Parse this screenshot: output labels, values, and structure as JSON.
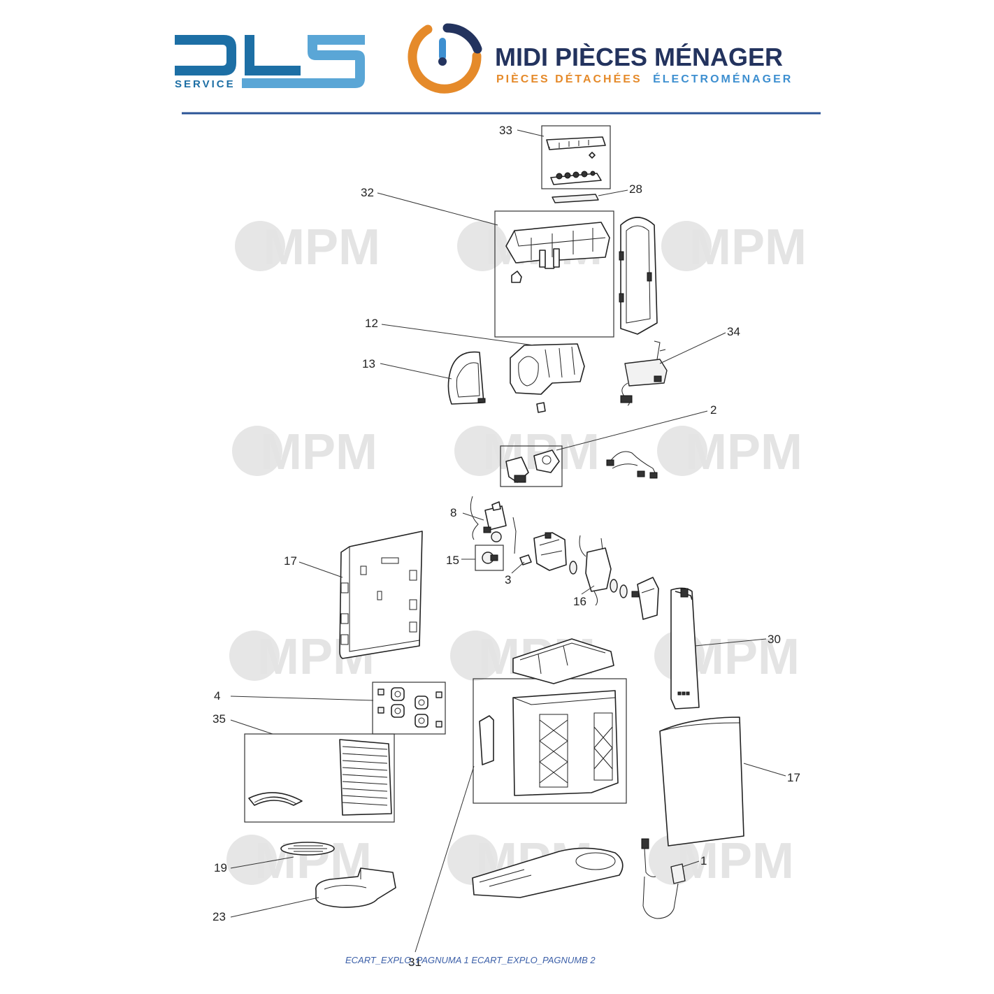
{
  "header": {
    "dls_logo": {
      "mark_text": "DLS",
      "subtitle": "SERVICE",
      "colors": {
        "dark": "#1d6fa5",
        "light": "#5aa6d6"
      }
    },
    "mpm_logo": {
      "title": "MIDI PIÈCES MÉNAGER",
      "subtitle_part1": "PIÈCES DÉTACHÉES",
      "subtitle_part2": "ÉLECTROMÉNAGER",
      "colors": {
        "navy": "#23335e",
        "orange": "#e58a2a",
        "blue": "#3d8fd0"
      }
    },
    "rule_color": "#2c5597"
  },
  "watermark": {
    "text": "MPM",
    "color": "#e4e4e4"
  },
  "callouts": [
    "33",
    "28",
    "32",
    "12",
    "34",
    "13",
    "2",
    "8",
    "15",
    "3",
    "16",
    "17",
    "30",
    "4",
    "35",
    "17",
    "19",
    "23",
    "1",
    "31"
  ],
  "footer": {
    "text": "ECART_EXPLO_PAGNUMA 1 ECART_EXPLO_PAGNUMB 2"
  }
}
